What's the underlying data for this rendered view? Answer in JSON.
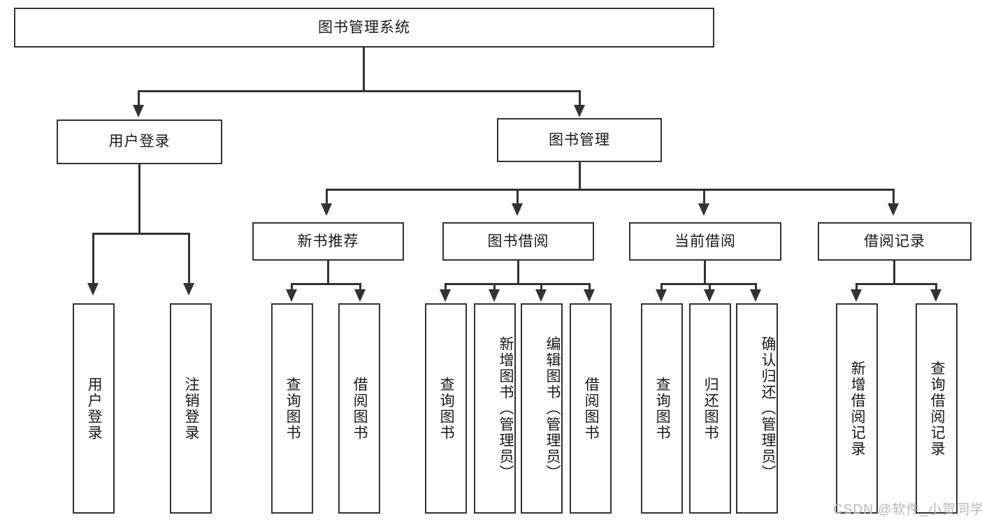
{
  "diagram": {
    "title": "图书管理系统",
    "type": "tree-hierarchy-diagram",
    "root": {
      "label": "图书管理系统"
    },
    "level1": [
      {
        "label": "用户登录"
      },
      {
        "label": "图书管理"
      }
    ],
    "level2": [
      {
        "label": "新书推荐"
      },
      {
        "label": "图书借阅"
      },
      {
        "label": "当前借阅"
      },
      {
        "label": "借阅记录"
      }
    ],
    "leaves": [
      {
        "label": "用户登录",
        "parent": "用户登录"
      },
      {
        "label": "注销登录",
        "parent": "用户登录"
      },
      {
        "label": "查询图书",
        "parent": "新书推荐"
      },
      {
        "label": "借阅图书",
        "parent": "新书推荐"
      },
      {
        "label": "查询图书",
        "parent": "图书借阅"
      },
      {
        "label": "新增图书（管理员）",
        "parent": "图书借阅"
      },
      {
        "label": "编辑图书（管理员）",
        "parent": "图书借阅"
      },
      {
        "label": "借阅图书",
        "parent": "图书借阅"
      },
      {
        "label": "查询图书",
        "parent": "当前借阅"
      },
      {
        "label": "归还图书",
        "parent": "当前借阅"
      },
      {
        "label": "确认归还（管理员）",
        "parent": "当前借阅"
      },
      {
        "label": "新增借阅记录",
        "parent": "借阅记录"
      },
      {
        "label": "查询借阅记录",
        "parent": "借阅记录"
      }
    ],
    "watermark": "CSDN @软件_小贺同学",
    "colors": {
      "stroke": "#333333",
      "fill": "#ffffff",
      "text": "#1a1a1a",
      "watermark": "#b9b9b9"
    }
  }
}
